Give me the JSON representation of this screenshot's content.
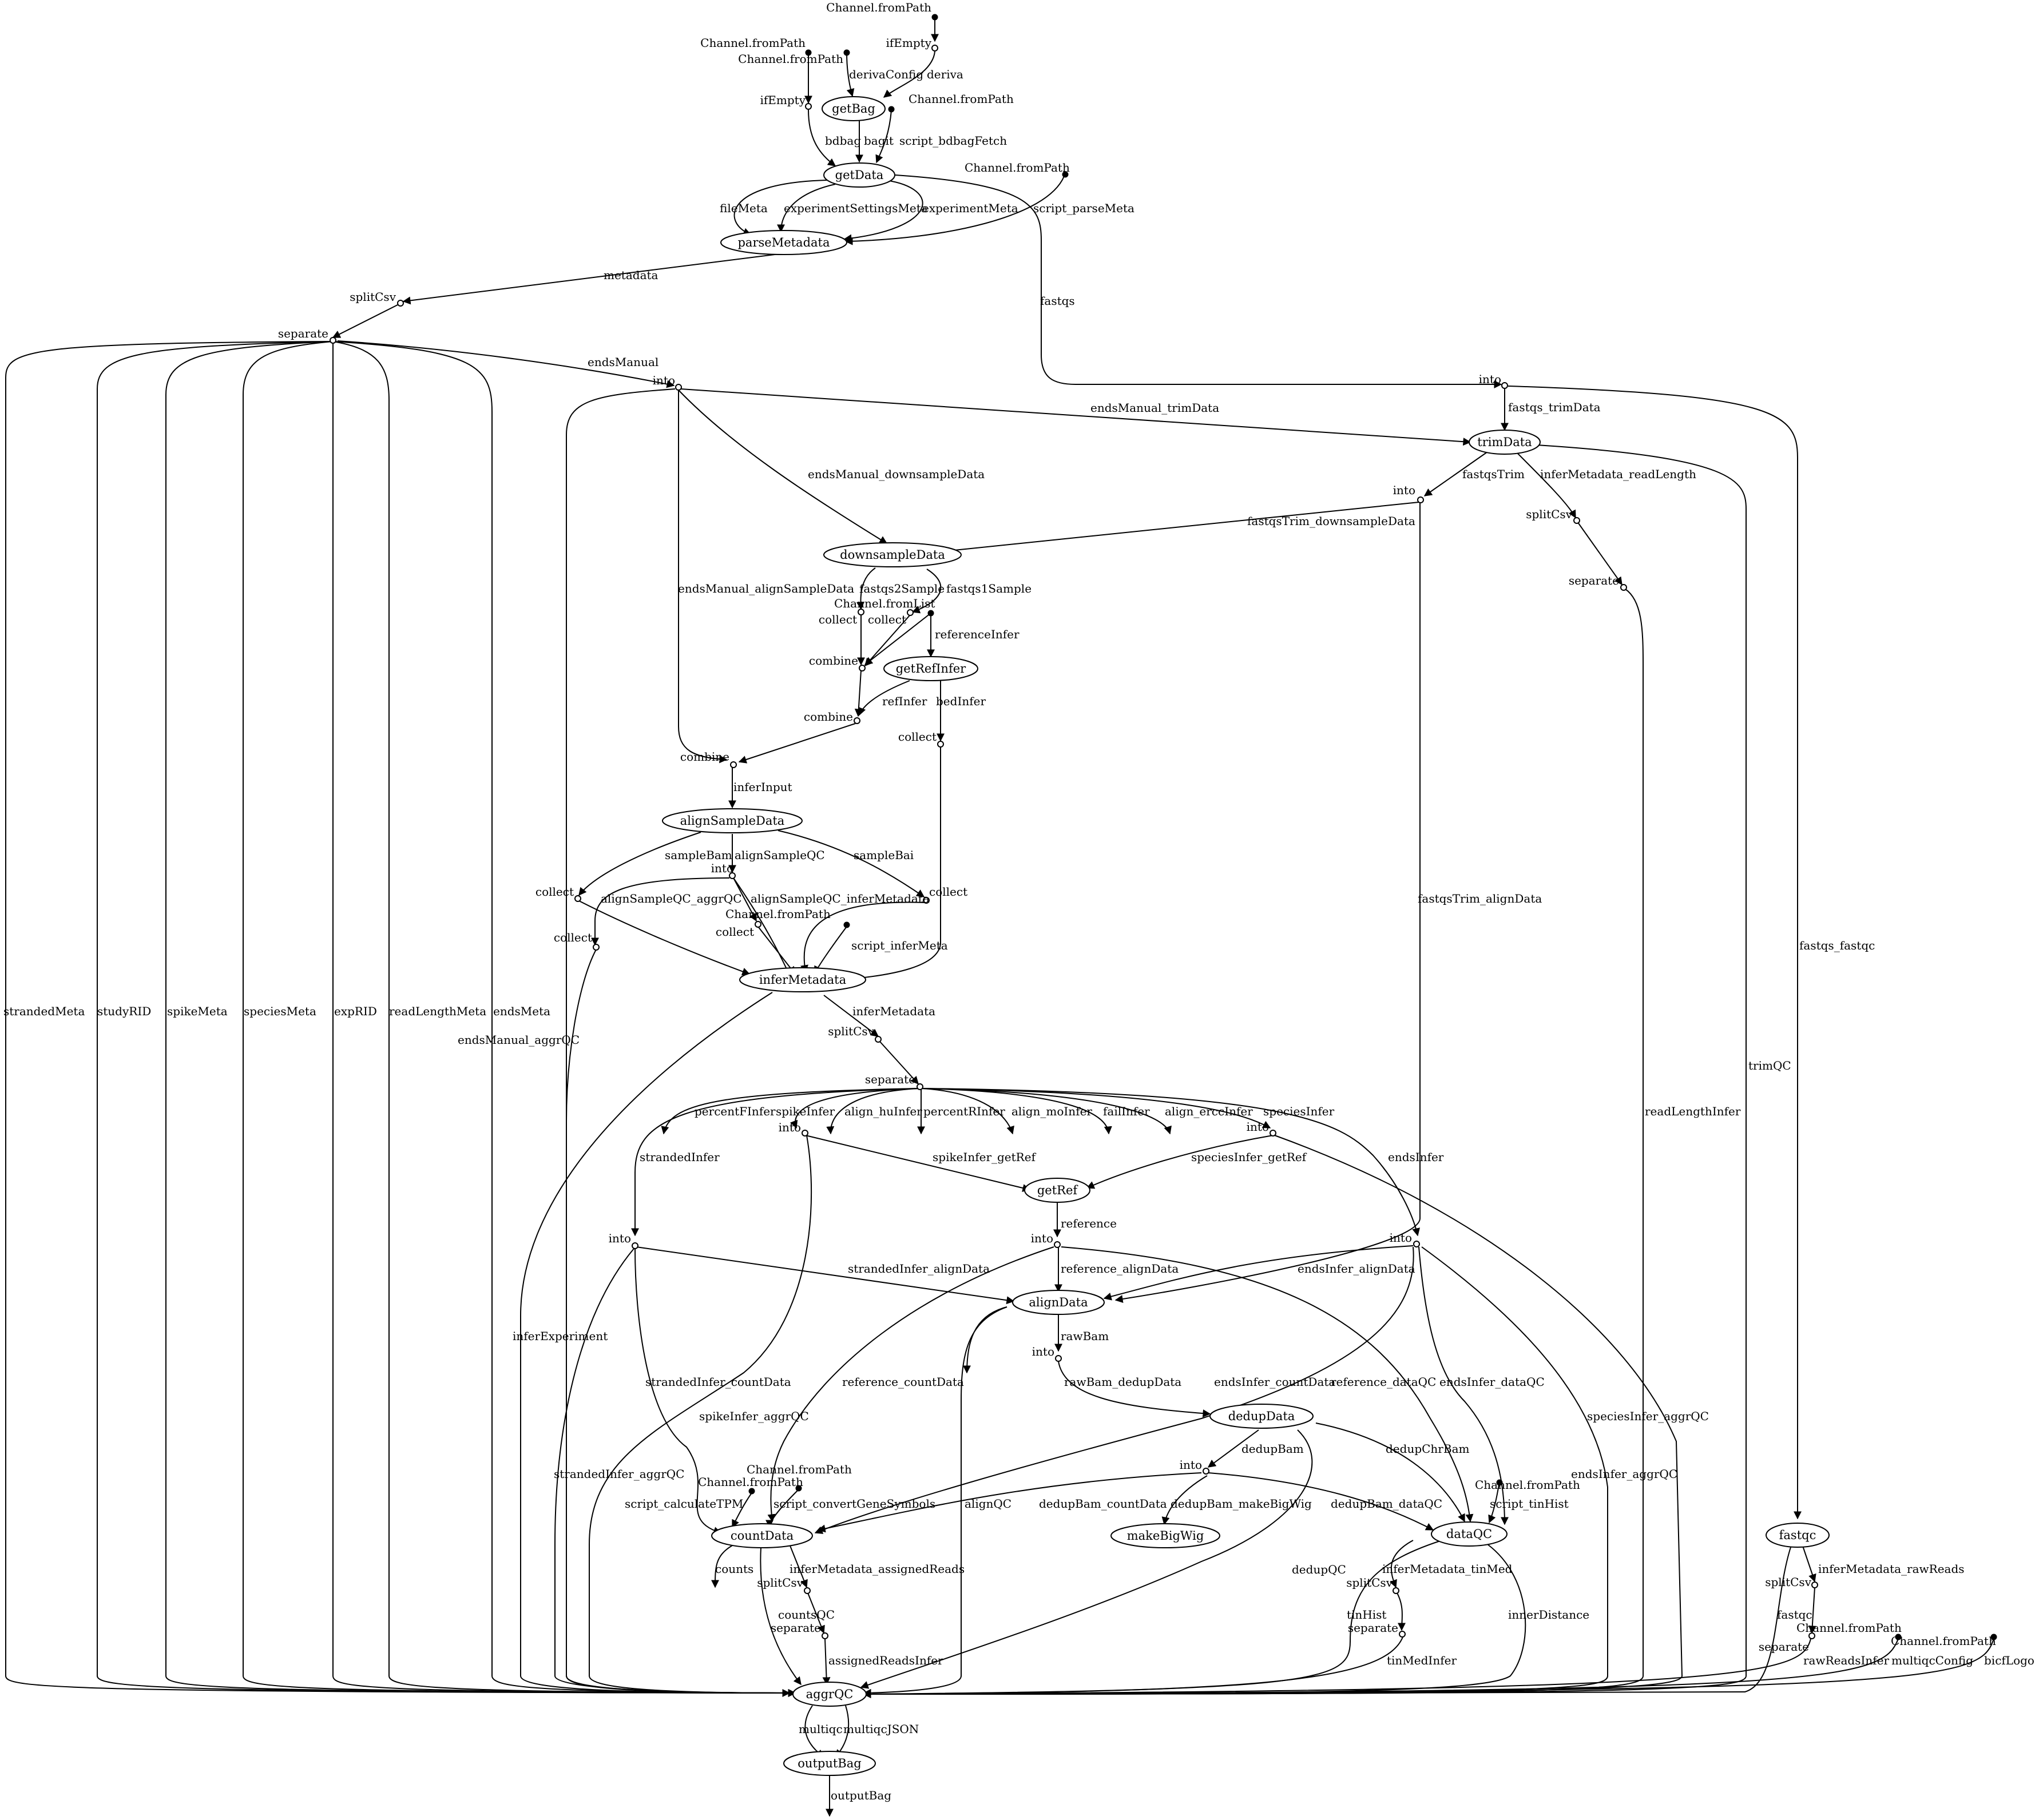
{
  "diagram": {
    "processes": {
      "getBag": "getBag",
      "getData": "getData",
      "parseMetadata": "parseMetadata",
      "trimData": "trimData",
      "downsampleData": "downsampleData",
      "getRefInfer": "getRefInfer",
      "alignSampleData": "alignSampleData",
      "inferMetadata": "inferMetadata",
      "getRef": "getRef",
      "alignData": "alignData",
      "dedupData": "dedupData",
      "makeBigWig": "makeBigWig",
      "countData": "countData",
      "dataQC": "dataQC",
      "fastqc": "fastqc",
      "aggrQC": "aggrQC",
      "outputBag": "outputBag"
    },
    "operators": {
      "chfp_top": "Channel.fromPath",
      "ifempty_top": "ifEmpty",
      "chfp_left": "Channel.fromPath",
      "chfp_left2": "Channel.fromPath",
      "ifempty_left": "ifEmpty",
      "chfp_bdbag": "Channel.fromPath",
      "chfp_parse": "Channel.fromPath",
      "splitcsv_meta": "splitCsv",
      "separate_meta": "separate",
      "into_ends": "into",
      "into_fastqs": "into",
      "into_trim": "into",
      "splitcsv_trim": "splitCsv",
      "separate_trim": "separate",
      "chfl": "Channel.fromList",
      "collect_ds2": "collect",
      "collect_ds1": "collect",
      "combine1": "combine",
      "combine2": "combine",
      "combine3": "combine",
      "collect_bed": "collect",
      "into_asqc": "into",
      "collect_bam": "collect",
      "collect_bai": "collect",
      "collect_asqc": "collect",
      "chfp_infer": "Channel.fromPath",
      "collect_chfp": "collect",
      "splitcsv_infer": "splitCsv",
      "separate_infer": "separate",
      "into_spike": "into",
      "into_species": "into",
      "into_strand": "into",
      "into_ref": "into",
      "into_endsInfer": "into",
      "into_rawbam": "into",
      "into_dedup": "into",
      "chfp_tpm": "Channel.fromPath",
      "chfp_gene": "Channel.fromPath",
      "chfp_tinhist": "Channel.fromPath",
      "splitcsv_count": "splitCsv",
      "separate_count": "separate",
      "splitcsv_dqc": "splitCsv",
      "separate_dqc": "separate",
      "splitcsv_fqc": "splitCsv",
      "separate_fqc": "separate",
      "chfp_fqc": "Channel.fromPath",
      "chfp_multiqc": "Channel.fromPath"
    },
    "edges": {
      "deriva": "deriva",
      "derivaConfig": "derivaConfig",
      "bdbag": "bdbag",
      "bagit": "bagit",
      "script_bdbagFetch": "script_bdbagFetch",
      "fileMeta": "fileMeta",
      "experimentSettingsMeta": "experimentSettingsMeta",
      "experimentMeta": "experimentMeta",
      "script_parseMeta": "script_parseMeta",
      "metadata": "metadata",
      "fastqs": "fastqs",
      "endsManual": "endsManual",
      "endsManual_trimData": "endsManual_trimData",
      "fastqs_trimData": "fastqs_trimData",
      "endsManual_downsampleData": "endsManual_downsampleData",
      "fastqsTrim": "fastqsTrim",
      "inferMetadata_readLength": "inferMetadata_readLength",
      "fastqsTrim_downsampleData": "fastqsTrim_downsampleData",
      "endsManual_alignSampleData": "endsManual_alignSampleData",
      "fastqs2Sample": "fastqs2Sample",
      "fastqs1Sample": "fastqs1Sample",
      "referenceInfer": "referenceInfer",
      "refInfer": "refInfer",
      "bedInfer": "bedInfer",
      "inferInput": "inferInput",
      "sampleBam": "sampleBam",
      "alignSampleQC": "alignSampleQC",
      "sampleBai": "sampleBai",
      "alignSampleQC_aggrQC": "alignSampleQC_aggrQC",
      "alignSampleQC_inferMetadata": "alignSampleQC_inferMetadata",
      "script_inferMeta": "script_inferMeta",
      "fastqsTrim_alignData": "fastqsTrim_alignData",
      "fastqs_fastqc": "fastqs_fastqc",
      "inferMetadata": "inferMetadata",
      "strandedMeta": "strandedMeta",
      "studyRID": "studyRID",
      "spikeMeta": "spikeMeta",
      "speciesMeta": "speciesMeta",
      "expRID": "expRID",
      "readLengthMeta": "readLengthMeta",
      "endsMeta": "endsMeta",
      "endsManual_aggrQC": "endsManual_aggrQC",
      "trimQC": "trimQC",
      "readLengthInfer": "readLengthInfer",
      "percentFInfer": "percentFInfer",
      "spikeInfer": "spikeInfer",
      "align_huInfer": "align_huInfer",
      "percentRInfer": "percentRInfer",
      "align_moInfer": "align_moInfer",
      "failInfer": "failInfer",
      "align_erccInfer": "align_erccInfer",
      "speciesInfer": "speciesInfer",
      "strandedInfer": "strandedInfer",
      "endsInfer": "endsInfer",
      "spikeInfer_getRef": "spikeInfer_getRef",
      "speciesInfer_getRef": "speciesInfer_getRef",
      "reference": "reference",
      "strandedInfer_alignData": "strandedInfer_alignData",
      "reference_alignData": "reference_alignData",
      "endsInfer_alignData": "endsInfer_alignData",
      "inferExperiment": "inferExperiment",
      "rawBam": "rawBam",
      "strandedInfer_countData": "strandedInfer_countData",
      "reference_countData": "reference_countData",
      "endsInfer_countData": "endsInfer_countData",
      "reference_dataQC": "reference_dataQC",
      "endsInfer_dataQC": "endsInfer_dataQC",
      "rawBam_dedupData": "rawBam_dedupData",
      "spikeInfer_aggrQC": "spikeInfer_aggrQC",
      "speciesInfer_aggrQC": "speciesInfer_aggrQC",
      "strandedInfer_aggrQC": "strandedInfer_aggrQC",
      "endsInfer_aggrQC": "endsInfer_aggrQC",
      "dedupBam": "dedupBam",
      "dedupChrBam": "dedupChrBam",
      "script_calculateTPM": "script_calculateTPM",
      "script_convertGeneSymbols": "script_convertGeneSymbols",
      "dedupBam_countData": "dedupBam_countData",
      "dedupBam_makeBigWig": "dedupBam_makeBigWig",
      "dedupBam_dataQC": "dedupBam_dataQC",
      "script_tinHist": "script_tinHist",
      "alignQC": "alignQC",
      "dedupQC": "dedupQC",
      "counts": "counts",
      "inferMetadata_assignedReads": "inferMetadata_assignedReads",
      "countsQC": "countsQC",
      "assignedReadsInfer": "assignedReadsInfer",
      "inferMetadata_tinMed": "inferMetadata_tinMed",
      "tinHist": "tinHist",
      "tinMedInfer": "tinMedInfer",
      "innerDistance": "innerDistance",
      "inferMetadata_rawReads": "inferMetadata_rawReads",
      "fastqc": "fastqc",
      "rawReadsInfer": "rawReadsInfer",
      "multiqcConfig": "multiqcConfig",
      "bicfLogo": "bicfLogo",
      "multiqc": "multiqc",
      "multiqcJSON": "multiqcJSON",
      "outputBag": "outputBag"
    }
  }
}
